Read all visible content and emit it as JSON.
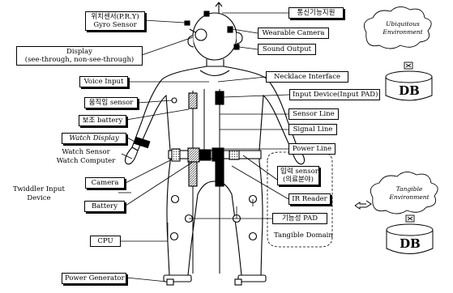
{
  "labels": {
    "position_sensor": "위치센서(P.R.Y)",
    "gyro_sensor": "Gyro Sensor",
    "display_line1": "Display",
    "display_line2": "(see-through, non-see-through)",
    "voice_input": "Voice Input",
    "motion_sensor": "움직임 sensor",
    "aux_battery": "보조 battery",
    "watch_display": "Watch Display",
    "watch_sensor": "Watch Sensor",
    "watch_computer": "Watch Computer",
    "camera": "Camera",
    "twiddler_line1": "Twiddler Input",
    "twiddler_line2": "Device",
    "battery": "Battery",
    "cpu": "CPU",
    "power_generator": "Power Generator",
    "comm_support": "통신기능지원",
    "wearable_camera": "Wearable Camera",
    "sound_output": "Sound Output",
    "necklace_interface": "Necklace Interface",
    "input_device": "Input Device(Input PAD)",
    "sensor_line": "Sensor Line",
    "signal_line": "Signal Line",
    "power_line": "Power Line",
    "input_sensor_line1": "입력 sensor",
    "input_sensor_line2": "(의료분야)",
    "ir_reader": "IR Reader",
    "functional_pad": "기능성 PAD",
    "tangible_domain": "Tangible Domain"
  },
  "clouds": {
    "ubiquitous_line1": "Ubiquitous",
    "ubiquitous_line2": "Environment",
    "tangible_line1": "Tangible",
    "tangible_line2": "Environment"
  },
  "databases": {
    "db_top": "DB",
    "db_bottom": "DB"
  },
  "colors": {
    "stroke": "#000000",
    "background": "#ffffff",
    "hatch": "#888888"
  }
}
